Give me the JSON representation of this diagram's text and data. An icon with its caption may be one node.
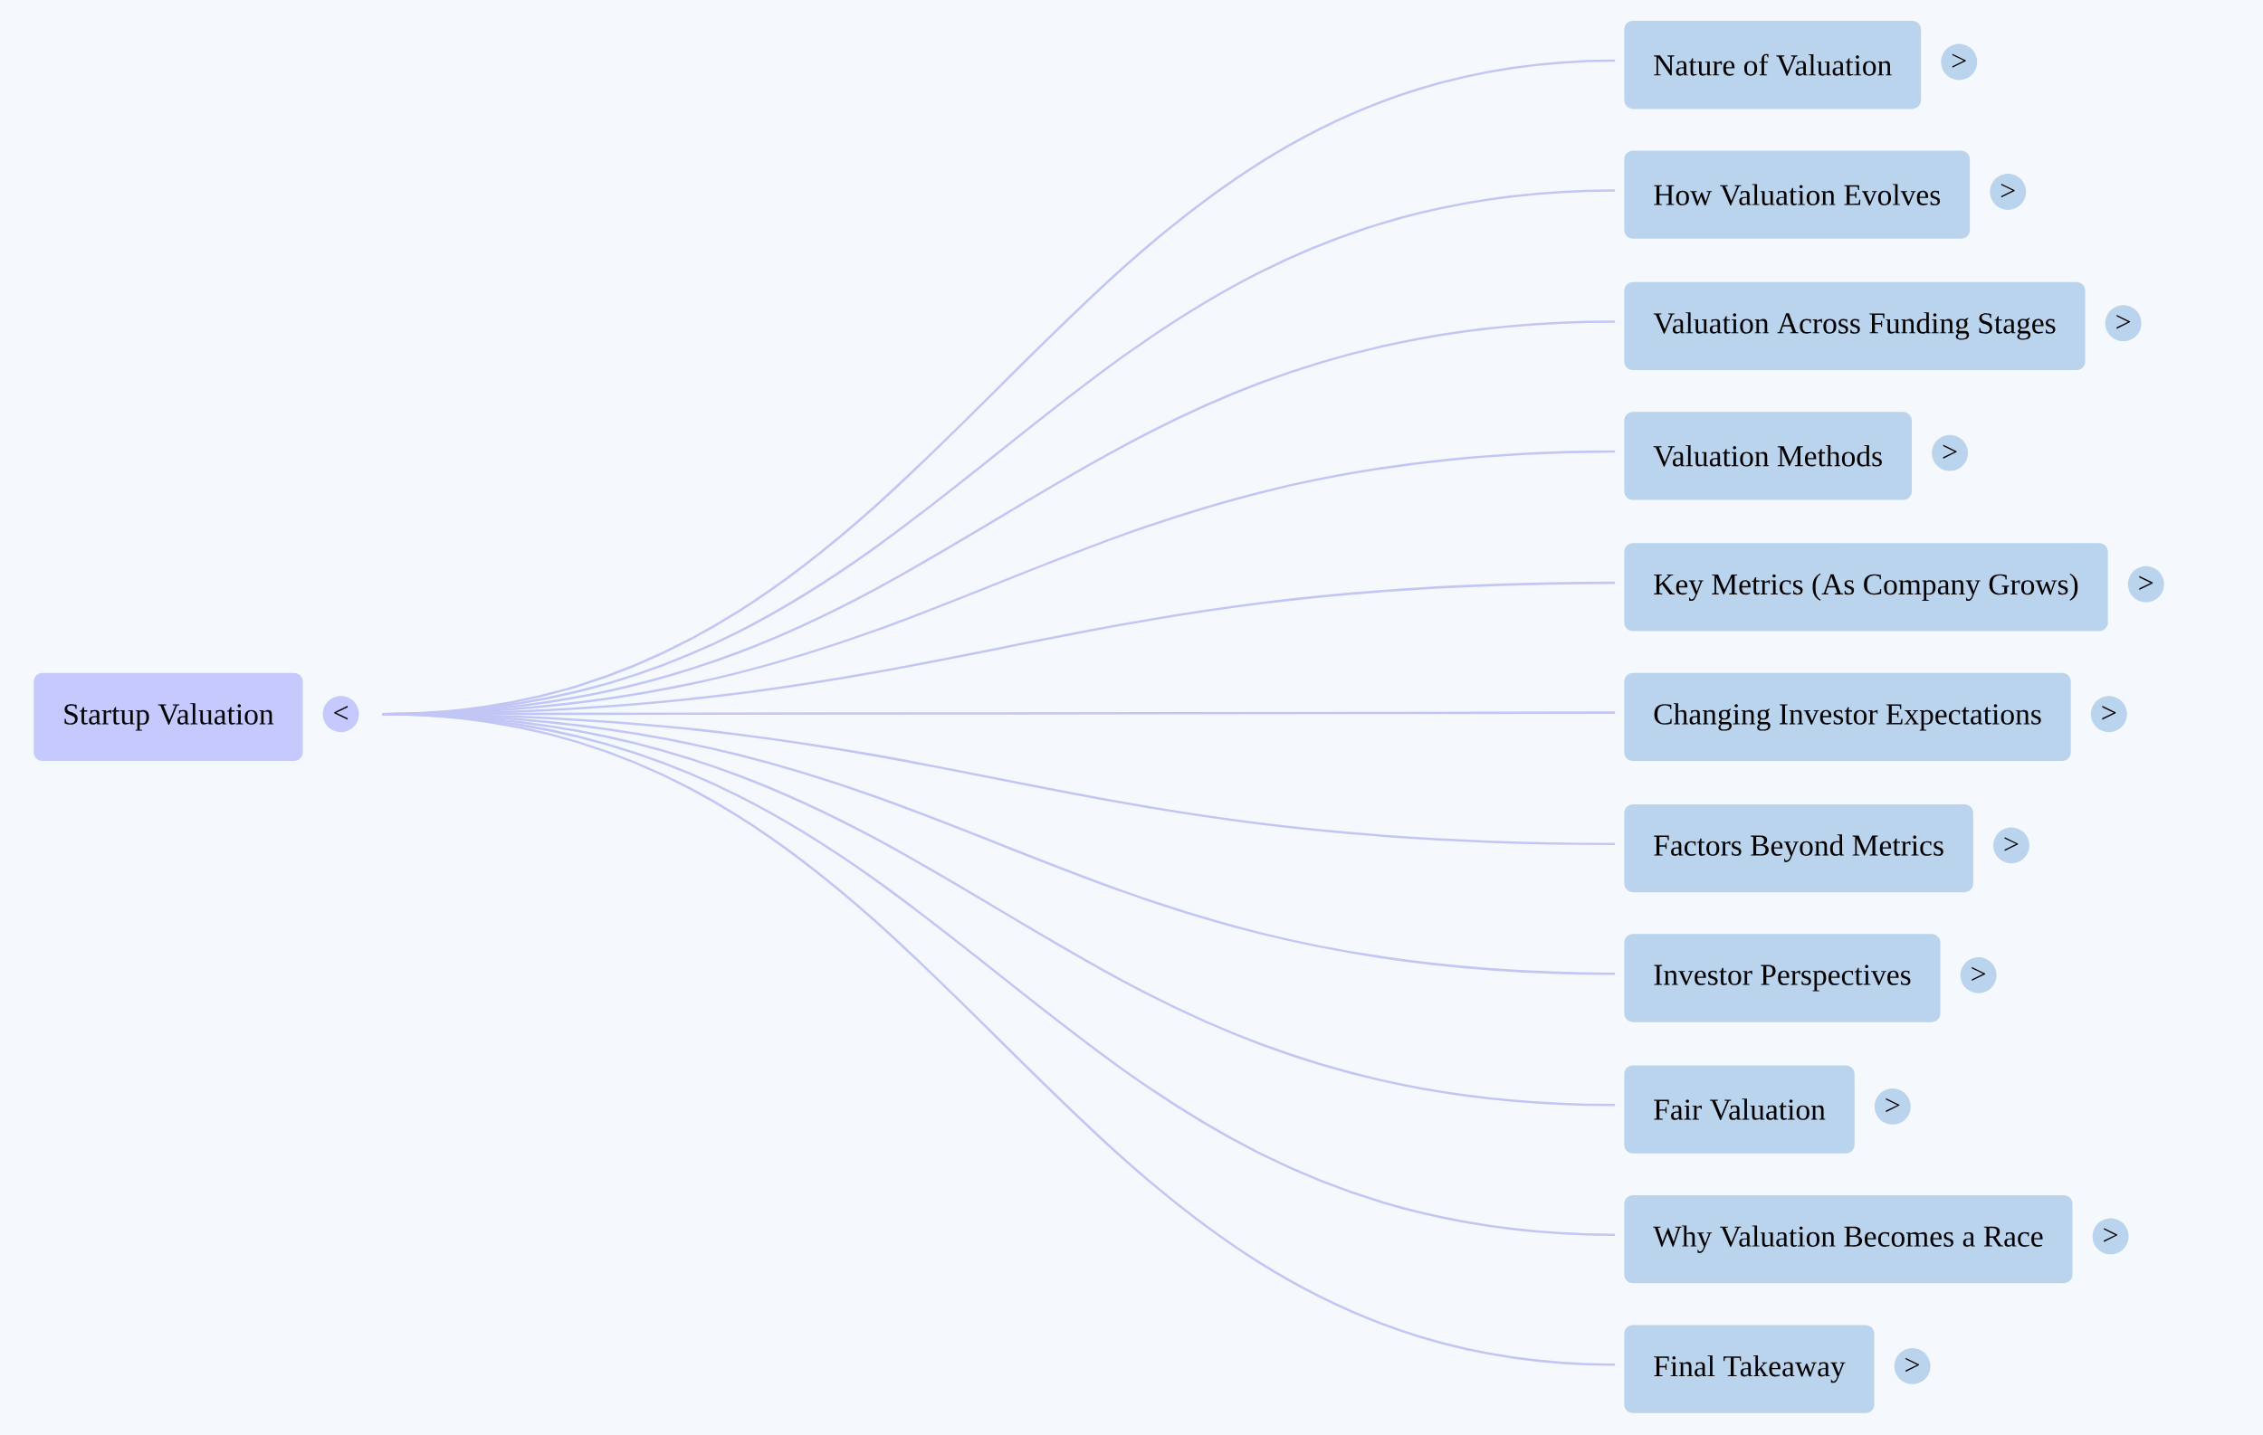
{
  "diagram": {
    "nodes": [
      {
        "text": [
          "Startup Valuation"
        ]
      },
      {
        "text": [
          "<"
        ]
      },
      {
        "text": [
          "Nature of Valuation"
        ]
      },
      {
        "text": [
          ">"
        ]
      },
      {
        "text": [
          "How Valuation Evolves"
        ]
      },
      {
        "text": [
          ">"
        ]
      },
      {
        "text": [
          "Valuation Across Funding Stages"
        ]
      },
      {
        "text": [
          ">"
        ]
      },
      {
        "text": [
          "Valuation Methods"
        ]
      },
      {
        "text": [
          ">"
        ]
      },
      {
        "text": [
          "Key Metrics (As Company Grows)"
        ]
      },
      {
        "text": [
          ">"
        ]
      },
      {
        "text": [
          "Changing Investor Expectations"
        ]
      },
      {
        "text": [
          ">"
        ]
      },
      {
        "text": [
          "Factors Beyond Metrics"
        ]
      },
      {
        "text": [
          ">"
        ]
      },
      {
        "text": [
          "Investor Perspectives"
        ]
      },
      {
        "text": [
          ">"
        ]
      },
      {
        "text": [
          "Fair Valuation"
        ]
      },
      {
        "text": [
          ">"
        ]
      },
      {
        "text": [
          "Why Valuation Becomes a Race"
        ]
      },
      {
        "text": [
          ">"
        ]
      },
      {
        "text": [
          "Final Takeaway"
        ]
      },
      {
        "text": [
          ">"
        ]
      }
    ],
    "edges": [
      {
        "from": 1,
        "to": 2,
        "arrow": "none"
      },
      {
        "from": 1,
        "to": 4,
        "arrow": "none"
      },
      {
        "from": 1,
        "to": 6,
        "arrow": "none"
      },
      {
        "from": 1,
        "to": 8,
        "arrow": "none"
      },
      {
        "from": 1,
        "to": 10,
        "arrow": "none"
      },
      {
        "from": 1,
        "to": 12,
        "arrow": "none"
      },
      {
        "from": 1,
        "to": 14,
        "arrow": "none"
      },
      {
        "from": 1,
        "to": 16,
        "arrow": "none"
      },
      {
        "from": 1,
        "to": 18,
        "arrow": "none"
      },
      {
        "from": 1,
        "to": 20,
        "arrow": "none"
      },
      {
        "from": 1,
        "to": 22,
        "arrow": "none"
      }
    ]
  }
}
